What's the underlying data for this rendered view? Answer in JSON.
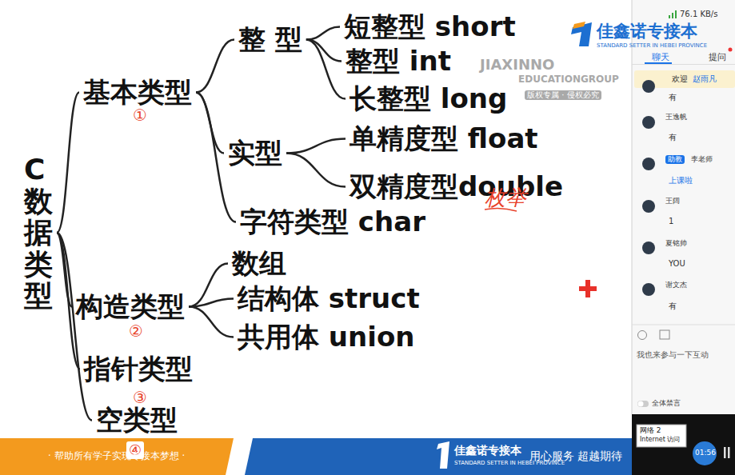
{
  "diagram": {
    "nodes": [
      {
        "text": [
          "C数据类型"
        ]
      },
      {
        "text": [
          "基本类型"
        ]
      },
      {
        "text": [
          "整 型"
        ]
      },
      {
        "text": [
          "短整型 short"
        ]
      },
      {
        "text": [
          "整型 int"
        ]
      },
      {
        "text": [
          "长整型 long"
        ]
      },
      {
        "text": [
          "实型"
        ]
      },
      {
        "text": [
          "单精度型 float"
        ]
      },
      {
        "text": [
          "双精度型double"
        ]
      },
      {
        "text": [
          "字符类型 char"
        ]
      },
      {
        "text": [
          "构造类型"
        ]
      },
      {
        "text": [
          "数组"
        ]
      },
      {
        "text": [
          "结构体 struct"
        ]
      },
      {
        "text": [
          "共用体 union"
        ]
      },
      {
        "text": [
          "指针类型"
        ]
      },
      {
        "text": [
          "空类型"
        ]
      }
    ],
    "edges": [
      {
        "from": 0,
        "to": 1,
        "arrow": "none"
      },
      {
        "from": 0,
        "to": 10,
        "arrow": "none"
      },
      {
        "from": 0,
        "to": 14,
        "arrow": "none"
      },
      {
        "from": 0,
        "to": 15,
        "arrow": "none"
      },
      {
        "from": 1,
        "to": 2,
        "arrow": "none"
      },
      {
        "from": 1,
        "to": 6,
        "arrow": "none"
      },
      {
        "from": 1,
        "to": 9,
        "arrow": "none"
      },
      {
        "from": 2,
        "to": 3,
        "arrow": "none"
      },
      {
        "from": 2,
        "to": 4,
        "arrow": "none"
      },
      {
        "from": 2,
        "to": 5,
        "arrow": "none"
      },
      {
        "from": 6,
        "to": 7,
        "arrow": "none"
      },
      {
        "from": 6,
        "to": 8,
        "arrow": "none"
      },
      {
        "from": 10,
        "to": 11,
        "arrow": "none"
      },
      {
        "from": 10,
        "to": 12,
        "arrow": "none"
      },
      {
        "from": 10,
        "to": 13,
        "arrow": "none"
      }
    ],
    "labels": [
      "①",
      "②",
      "③",
      "④",
      "枚举",
      "JIAXINNO",
      "EDUCATIONGROUP",
      "版权专属 · 侵权必究",
      "佳鑫诺专接本",
      "STANDARD SETTER IN HEBEI PROVINCE",
      "· 帮助所有学子实现专接本梦想 ·",
      "佳鑫诺专接本",
      "STANDARD SETTER IN HEBEI PROVINCE",
      "用心服务 超越期待",
      "76.1 KB/s",
      "聊天",
      "提问",
      "欢迎",
      "赵雨凡",
      "有",
      "王逸帆",
      "有",
      "助教",
      "李老师",
      "上课啦",
      "王阔",
      "1",
      "夏铭帅",
      "YOU",
      "谢文杰",
      "有",
      "我也来参与一下互动",
      "全体禁言",
      "网络 2",
      "Internet 访问",
      "01:56"
    ]
  }
}
